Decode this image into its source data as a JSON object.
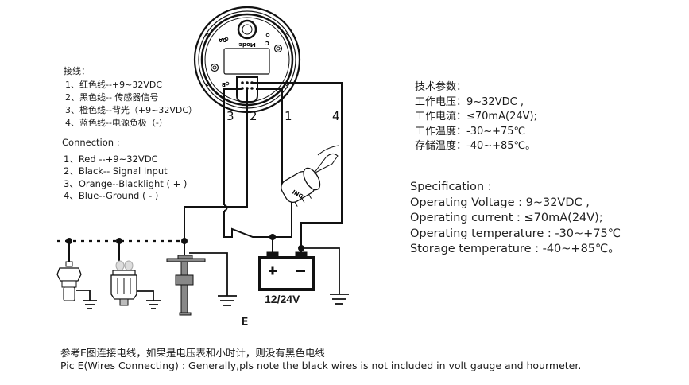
{
  "wiring_cn": {
    "title": "接线：",
    "items": [
      "1、红色线--+9~32VDC",
      "2、黑色线-- 传感器信号",
      "3、橙色线--背光（+9~32VDC）",
      "4、蓝色线--电源负极（-）"
    ]
  },
  "wiring_en": {
    "title": "Connection :",
    "items": [
      "1、Red --+9~32VDC",
      "2、Black-- Signal  Input",
      "3、Orange--Blacklight ( + )",
      "4、Blue--Ground ( - )"
    ]
  },
  "spec_cn": {
    "title": "技术参数：",
    "items": [
      "工作电压：9~32VDC ,",
      "工作电流：≤70mA(24V);",
      "工作温度：-30~+75℃",
      "存储温度：-40~+85℃。"
    ]
  },
  "spec_en": {
    "title": "Specification :",
    "items": [
      "Operating Voltage : 9~32VDC ,",
      "Operating current : ≤70mA(24V);",
      "Operating temperature : -30~+75℃",
      "Storage temperature : -40~+85℃。"
    ]
  },
  "gauge": {
    "mode_label": "Mode",
    "label_oa": "OA",
    "label_c": "C",
    "label_b": "B",
    "wire_numbers": [
      "3",
      "2",
      "1",
      "4"
    ]
  },
  "diagram": {
    "figure_label": "E",
    "battery_label": "12/24V",
    "battery_plus": "+",
    "battery_minus": "−",
    "ignition_label": "ING",
    "components": [
      "gauge-head",
      "temperature-sender",
      "pressure-sender",
      "level-sender",
      "ignition-switch",
      "battery",
      "ground-symbols"
    ]
  },
  "footer": {
    "note_cn": "参考E图连接电线，如果是电压表和小时计，则没有黑色电线",
    "note_en": "Pic E(Wires Connecting) : Generally,pls note the black wires is not included in volt gauge and hourmeter."
  }
}
